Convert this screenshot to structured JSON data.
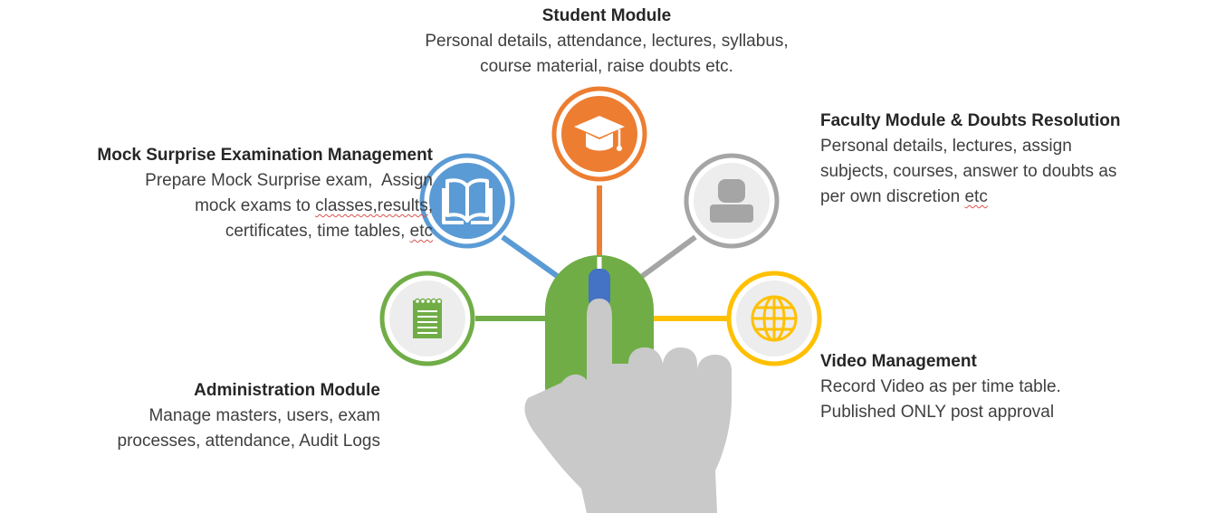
{
  "colors": {
    "student": "#ed7d31",
    "faculty": "#a5a5a5",
    "mock": "#5b9bd5",
    "admin": "#70ad47",
    "video": "#ffc000",
    "hand": "#c9c9c9",
    "mouse": "#70ad47",
    "wheel": "#4472c4"
  },
  "modules": {
    "student": {
      "title": "Student Module",
      "line1": "Personal details, attendance, lectures, syllabus,",
      "line2": "course material, raise doubts etc.",
      "icon": "graduation-cap-icon"
    },
    "faculty": {
      "title": "Faculty Module & Doubts Resolution",
      "line1": "Personal details, lectures, assign",
      "line2": "subjects, courses, answer to doubts as",
      "line3_a": "per own discretion ",
      "line3_b": "etc",
      "icon": "user-icon"
    },
    "mock": {
      "title": "Mock Surprise Examination Management",
      "line1": "Prepare Mock Surprise exam,  Assign",
      "line2_a": "mock exams to ",
      "line2_b": "classes,results",
      "line2_c": ",",
      "line3_a": "certificates, time tables, ",
      "line3_b": "etc",
      "icon": "book-icon"
    },
    "admin": {
      "title": "Administration Module",
      "line1": "Manage masters, users, exam",
      "line2": "processes, attendance, Audit Logs",
      "icon": "notepad-icon"
    },
    "video": {
      "title": "Video Management",
      "line1": "Record Video as per time table.",
      "line2": "Published ONLY post approval",
      "icon": "globe-icon"
    }
  }
}
